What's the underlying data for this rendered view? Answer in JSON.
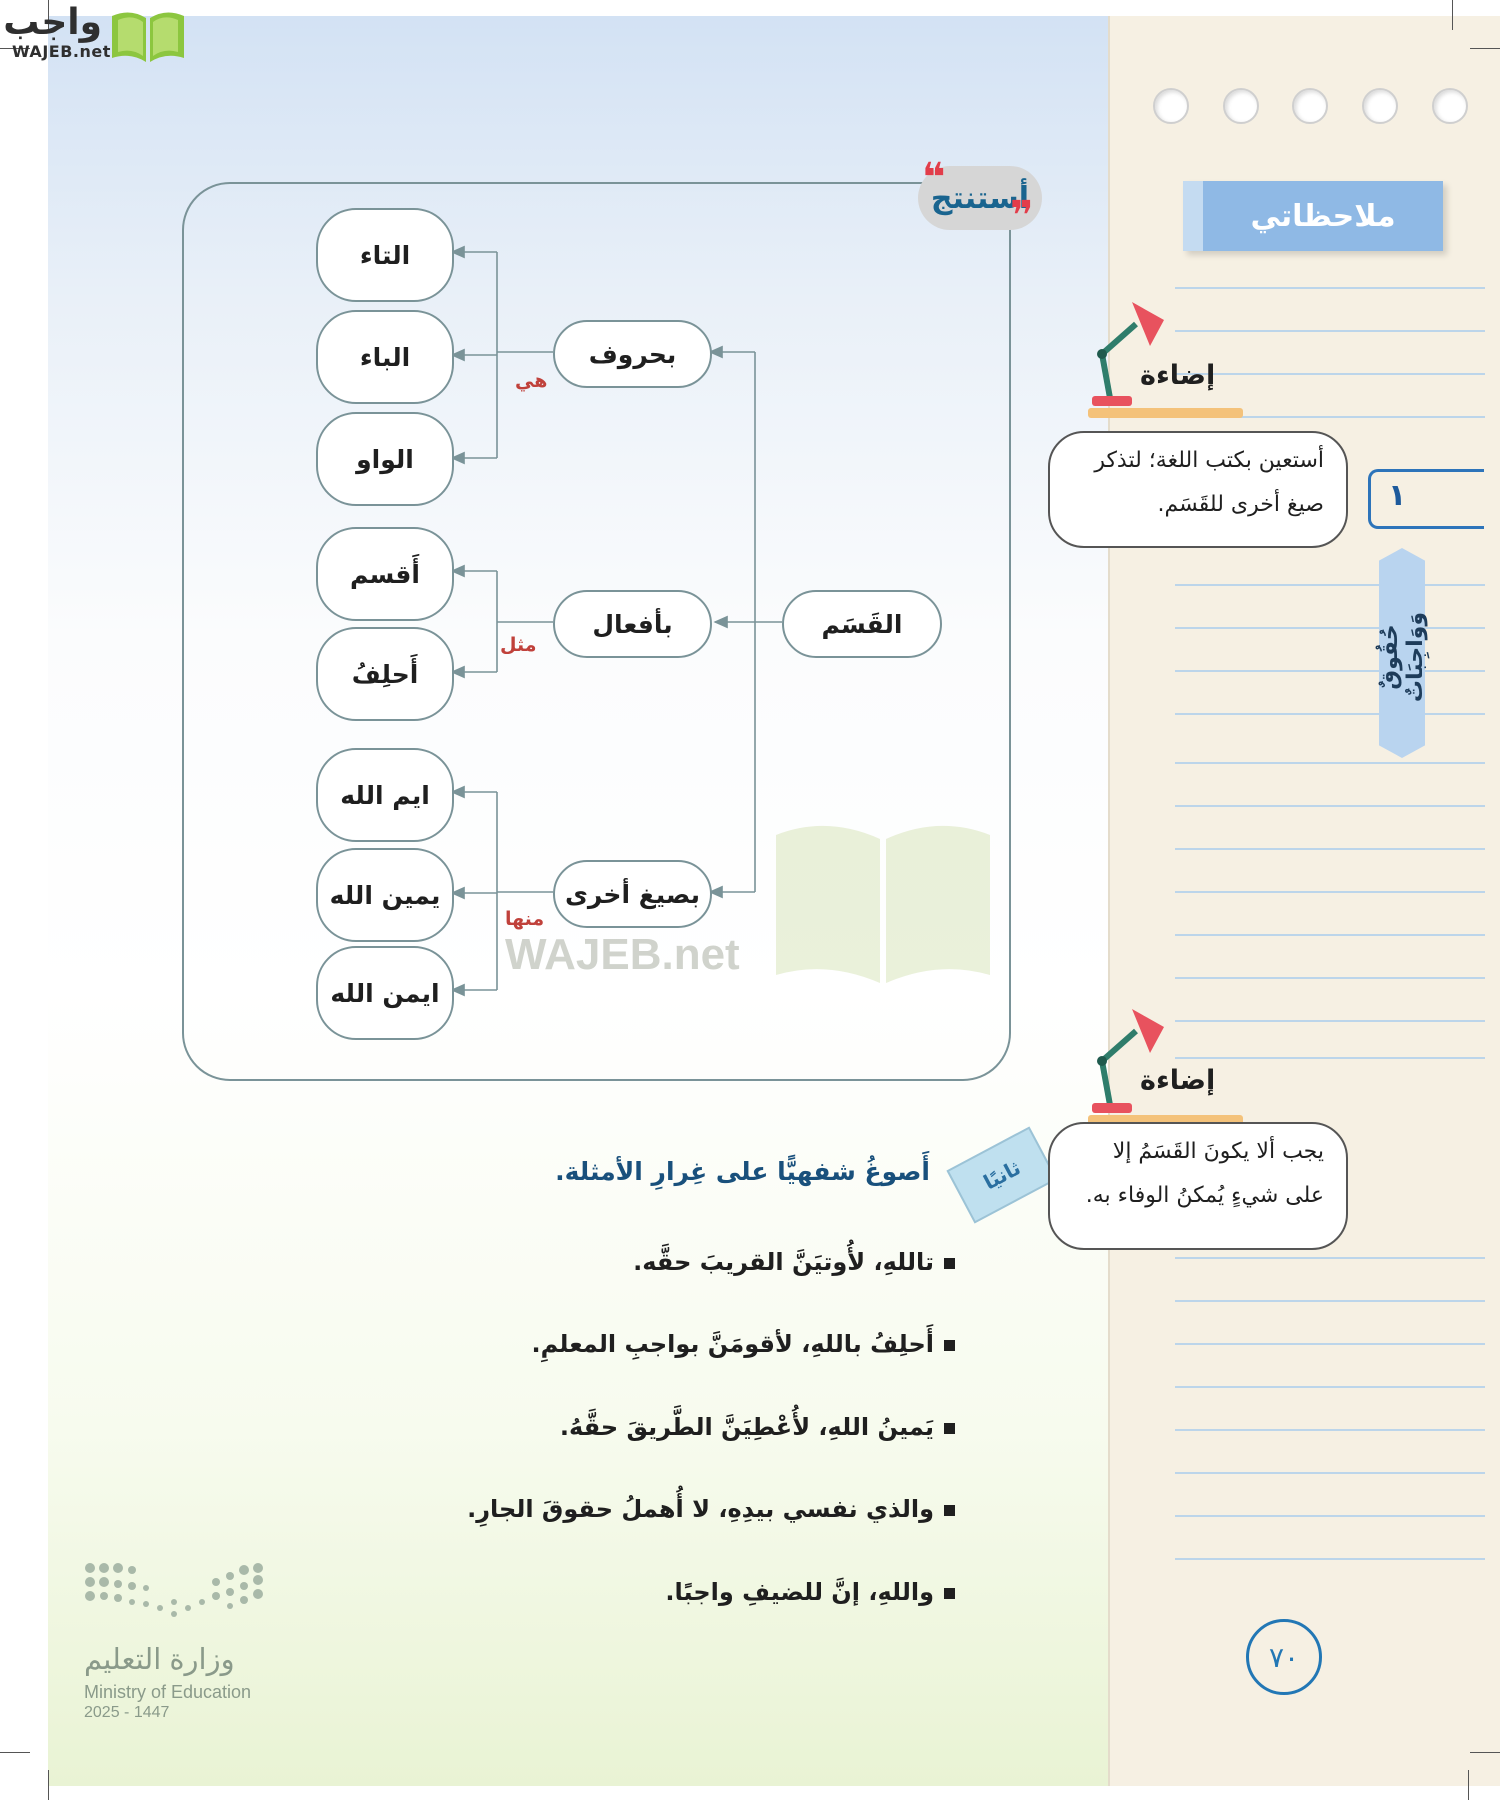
{
  "logo": {
    "arabic": "واجب",
    "latin": "WAJEB.net"
  },
  "watermark": "WAJEB.net",
  "conclude_badge": "أستنتج",
  "diagram": {
    "root": "القَسَم",
    "branches": [
      {
        "label": "بحروف",
        "relation": "هي",
        "leaves": [
          "التاء",
          "الباء",
          "الواو"
        ]
      },
      {
        "label": "بأفعال",
        "relation": "مثل",
        "leaves": [
          "أَقسم",
          "أَحلِفُ"
        ]
      },
      {
        "label": "بصيغ أخرى",
        "relation": "منها",
        "leaves": [
          "ايم الله",
          "يمين الله",
          "ايمن الله"
        ]
      }
    ]
  },
  "section_two": {
    "badge": "ثانيًا",
    "title": "أَصوغُ شفهيًّا على غِرارِ الأمثلة.",
    "examples": [
      "تاللهِ، لأُوتيَنَّ القريبَ حقَّه.",
      "أَحلِفُ باللهِ، لأقومَنَّ بواجبِ المعلمِ.",
      "يَمينُ اللهِ، لأُعْطِيَنَّ الطَّريقَ حقَّهُ.",
      "والذي نفسي بيدِهِ، لا أُهملُ حقوقَ الجارِ.",
      "واللهِ، إنَّ للضيفِ واجبًا."
    ]
  },
  "sidebar": {
    "notes_title": "ملاحظاتي",
    "unit_number": "١",
    "unit_title": "حُقُوقٌ وَوَاجِبَاتٌ",
    "tips": [
      {
        "label": "إضاءة",
        "text_lines": [
          "أستعين بكتب اللغة؛ لتذكر",
          "صيغ أخرى للقَسَم."
        ]
      },
      {
        "label": "إضاءة",
        "text_lines": [
          "يجب ألا يكونَ القَسَمُ إلا",
          "على شيءٍ يُمكنُ الوفاء به."
        ]
      }
    ]
  },
  "page_number": "٧٠",
  "ministry": {
    "arabic": "وزارة التعليم",
    "english": "Ministry of Education",
    "year": "2025 - 1447"
  },
  "colors": {
    "frame": "#7a9398",
    "relation": "#c0413b",
    "title_blue": "#19507c",
    "notes_blue": "#8fb9e5",
    "page_blue": "#2277b5"
  }
}
